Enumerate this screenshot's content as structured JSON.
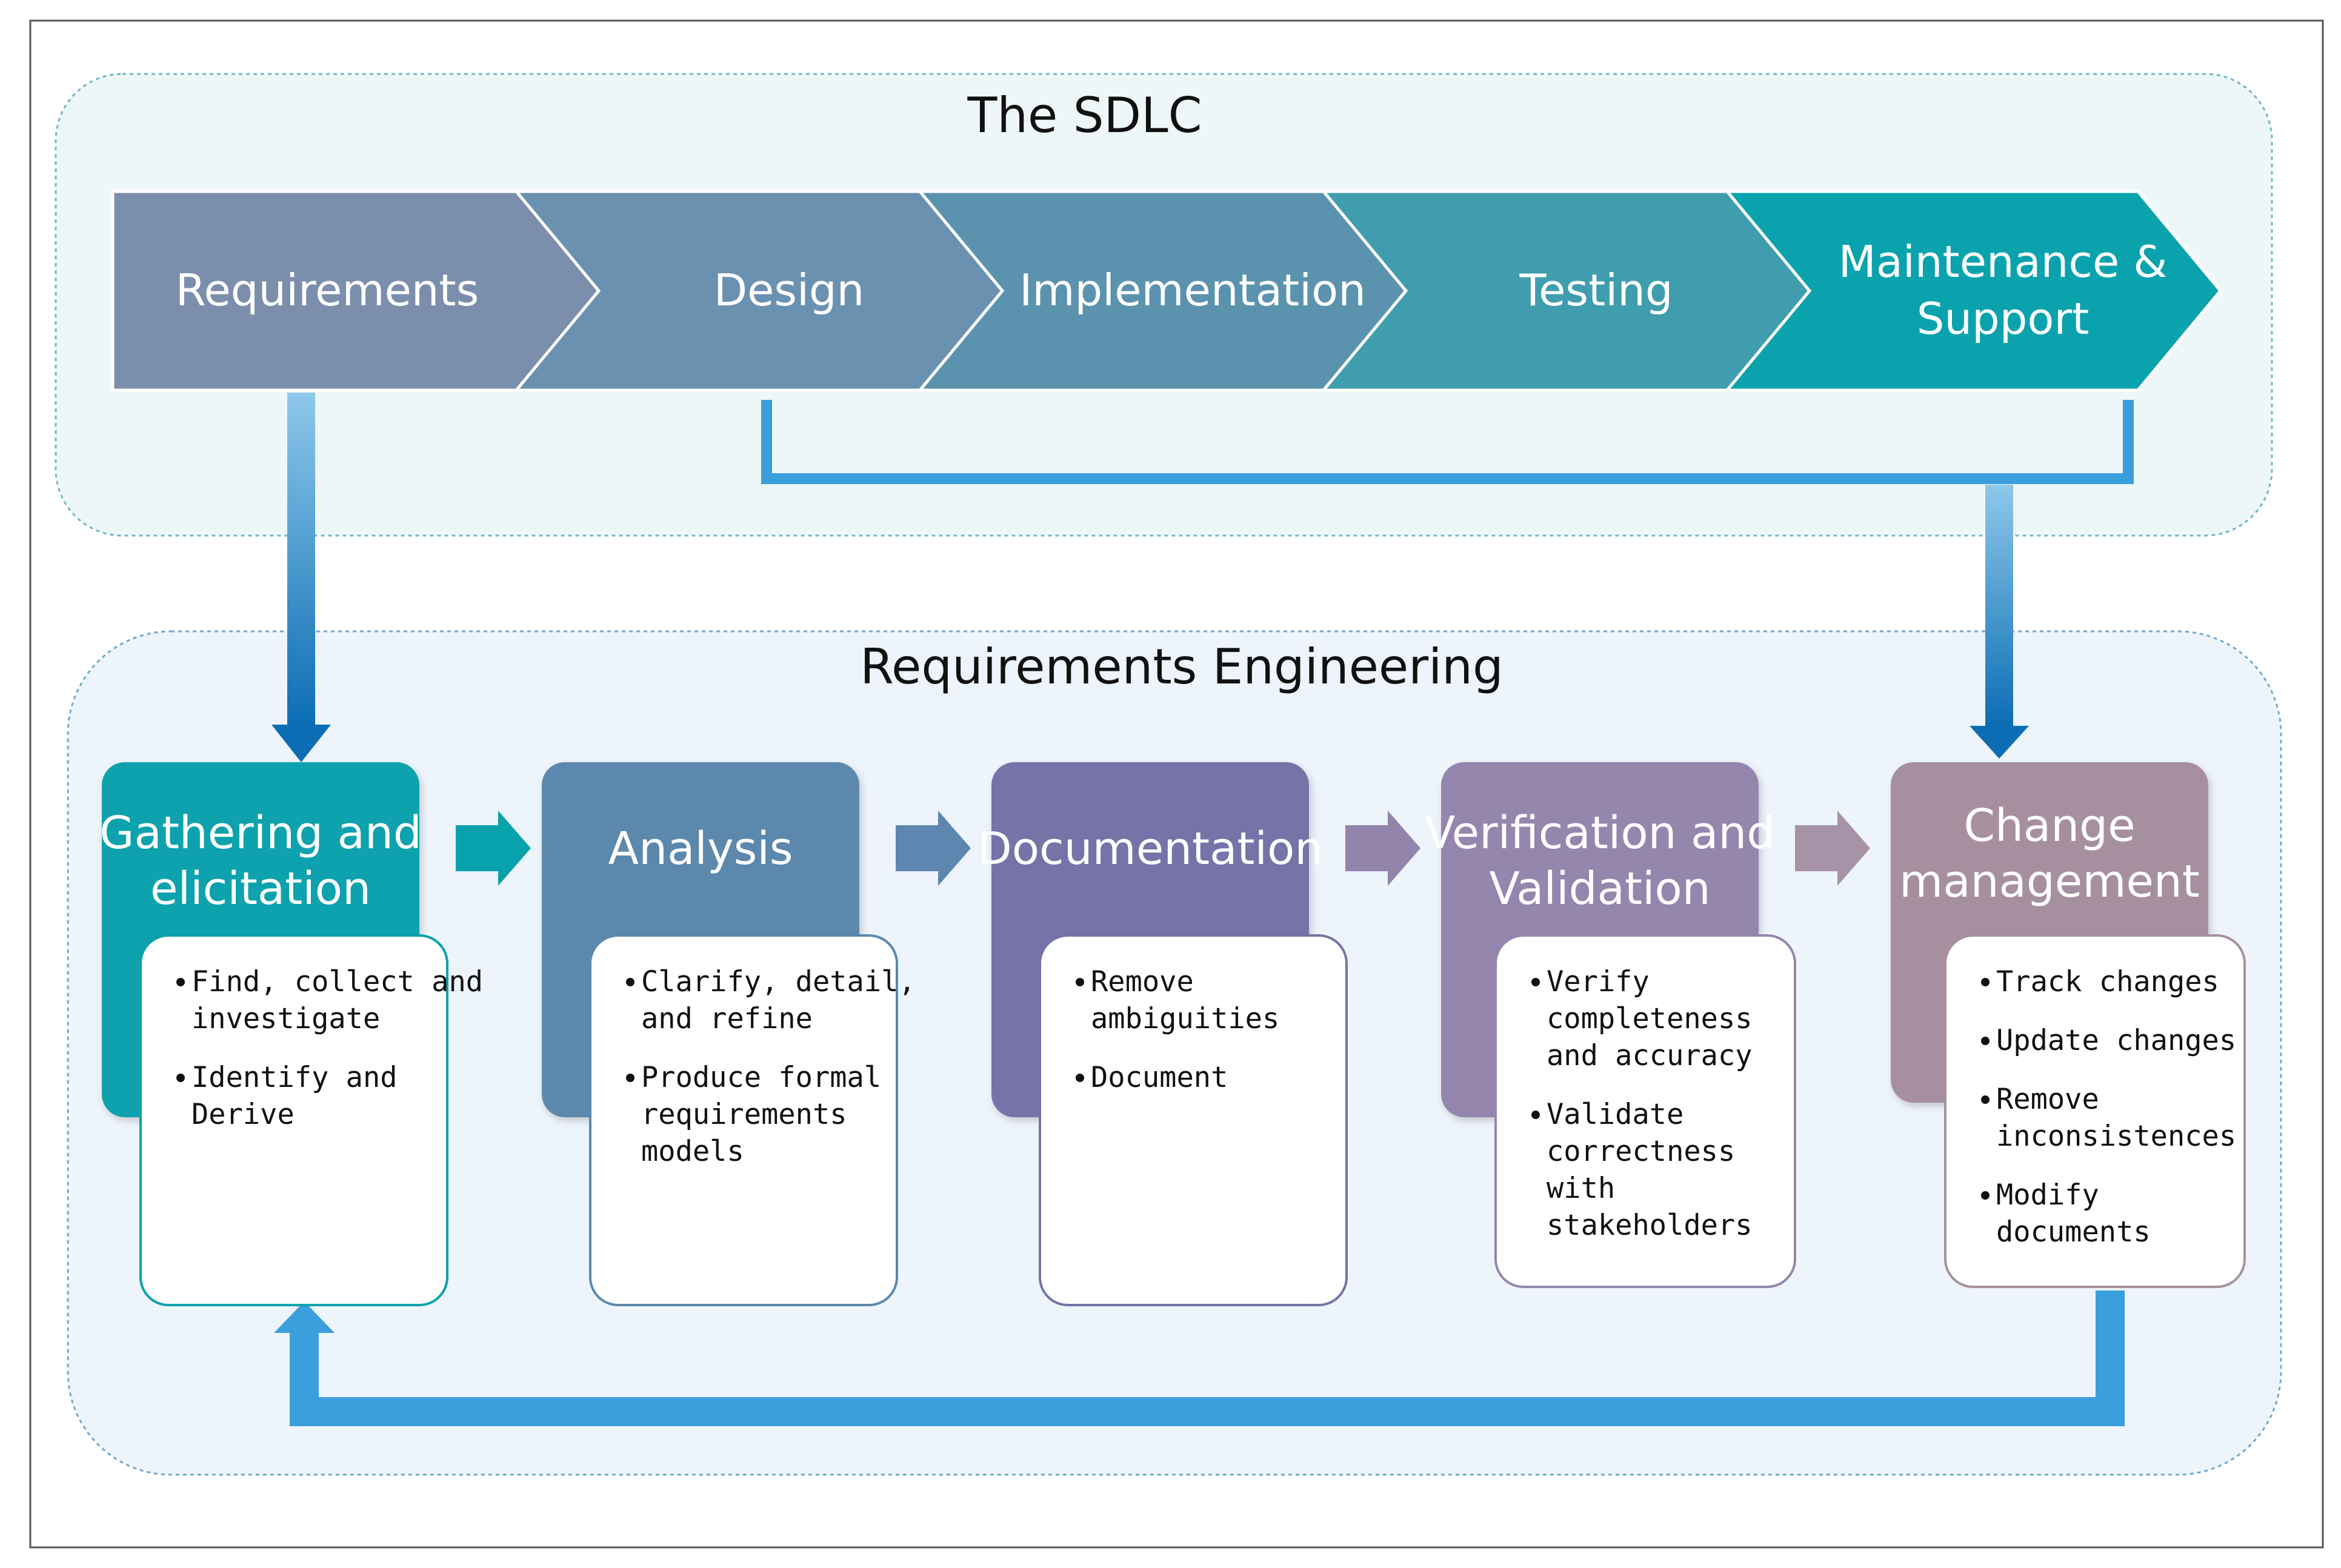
{
  "sdlc": {
    "title": "The SDLC",
    "phases": [
      {
        "lines": [
          "Requirements"
        ],
        "color": "#7b8fac"
      },
      {
        "lines": [
          "Design"
        ],
        "color": "#6b91b1"
      },
      {
        "lines": [
          "Implementation"
        ],
        "color": "#5b93ae"
      },
      {
        "lines": [
          "Testing"
        ],
        "color": "#3f9dae"
      },
      {
        "lines": [
          "Maintenance &",
          "Support"
        ],
        "color": "#0aa3ad"
      }
    ]
  },
  "re": {
    "title": "Requirements Engineering",
    "stages": [
      {
        "title_lines": [
          "Gathering and",
          "elicitation"
        ],
        "color": "#08a2ad",
        "arrow_color": "#08a2ad",
        "bullets": [
          [
            "Find, collect and",
            "investigate"
          ],
          [
            " Identify and",
            "Derive"
          ]
        ]
      },
      {
        "title_lines": [
          "Analysis"
        ],
        "color": "#5b88ad",
        "arrow_color": "#5f86b1",
        "bullets": [
          [
            "Clarify, detail,",
            "and refine"
          ],
          [
            "Produce formal",
            "requirements",
            "models"
          ]
        ]
      },
      {
        "title_lines": [
          "Documentation"
        ],
        "color": "#7473a8",
        "arrow_color": "#9384ac",
        "bullets": [
          [
            "Remove",
            "ambiguities"
          ],
          [
            " Document"
          ]
        ]
      },
      {
        "title_lines": [
          "Verification and",
          "Validation"
        ],
        "color": "#9486ac",
        "arrow_color": "#a693a8",
        "bullets": [
          [
            "Verify",
            "completeness",
            "and accuracy"
          ],
          [
            "Validate",
            "correctness",
            "with",
            "stakeholders"
          ]
        ]
      },
      {
        "title_lines": [
          "Change",
          "management"
        ],
        "color": "#a6909f",
        "arrow_color": null,
        "bullets": [
          [
            "Track changes"
          ],
          [
            "Update changes"
          ],
          [
            "Remove",
            "inconsistences"
          ],
          [
            "Modify",
            "documents"
          ]
        ]
      }
    ]
  },
  "colors": {
    "sdlc_panel": "#edf7f8",
    "re_panel": "#edf4fb",
    "connector_blue": "#3a9fdc",
    "arrow_dark": "#0c6db4",
    "arrow_light": "#8ec8ea",
    "frame": "#555555"
  }
}
